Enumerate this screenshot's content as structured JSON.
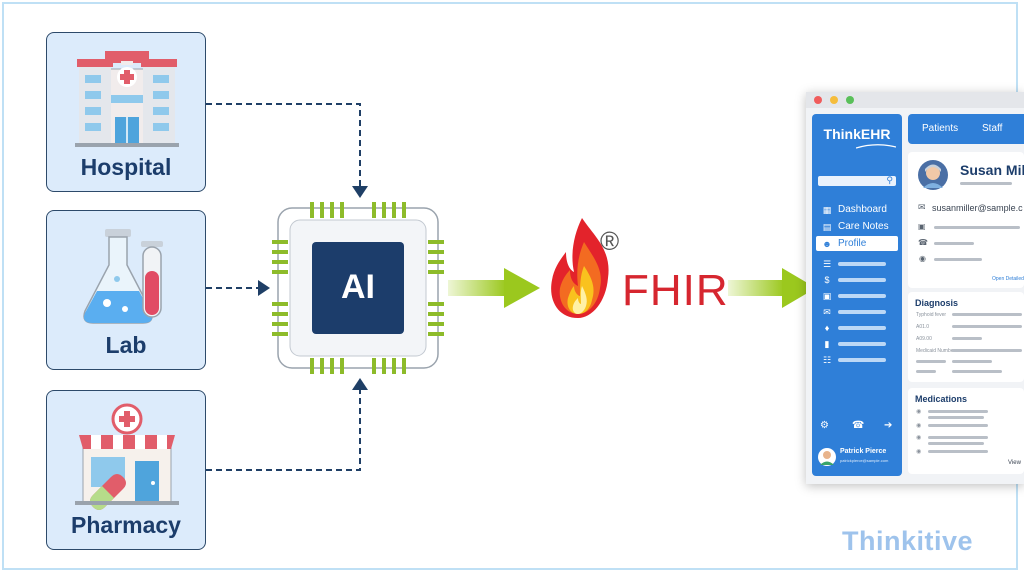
{
  "sources": [
    {
      "label": "Hospital",
      "icon": "hospital-icon"
    },
    {
      "label": "Lab",
      "icon": "lab-flask-icon"
    },
    {
      "label": "Pharmacy",
      "icon": "pharmacy-icon"
    }
  ],
  "ai_chip": {
    "label": "AI",
    "icon": "ai-chip-icon"
  },
  "fhir": {
    "label": "FHIR",
    "registered": "®",
    "icon": "fhir-flame-icon"
  },
  "ehr": {
    "logo": "ThinkEHR",
    "nav": [
      {
        "label": "Dashboard",
        "icon": "dashboard-icon"
      },
      {
        "label": "Care Notes",
        "icon": "care-notes-icon"
      },
      {
        "label": "Profile",
        "icon": "profile-icon"
      }
    ],
    "tabs": [
      "Patients",
      "Staff"
    ],
    "patient": {
      "name": "Susan Mil",
      "email": "susanmiller@sample.c",
      "link": "Open Detailed"
    },
    "diagnosis": {
      "title": "Diagnosis",
      "rows": [
        "Typhoid fever",
        "A01.0",
        "A09.00",
        "Medicaid Number"
      ]
    },
    "medications": {
      "title": "Medications",
      "view": "View"
    },
    "user": {
      "name": "Patrick Pierce",
      "email": "patrickpierce@sample.com"
    }
  },
  "colors": {
    "accent": "#2f7fd8",
    "navy": "#1c3d6b",
    "arrow_green": "#9bc81e",
    "fhir_red": "#d6262f",
    "box_fill": "#dcebfb"
  },
  "brand": {
    "name": "Thinkitive"
  }
}
